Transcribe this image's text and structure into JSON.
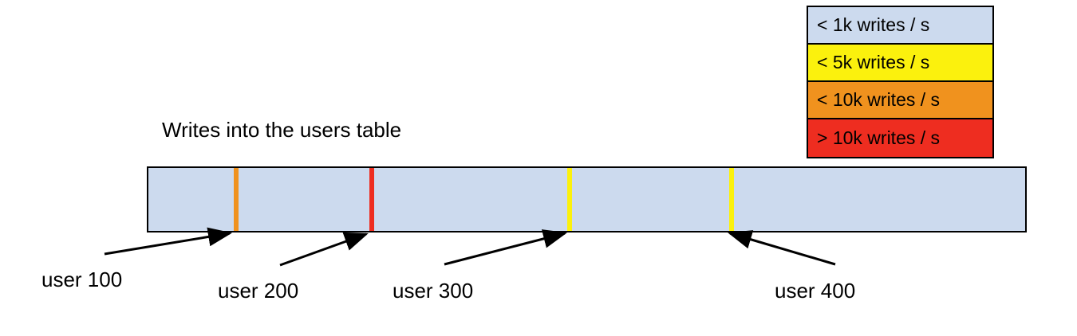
{
  "chart_data": {
    "type": "bar",
    "title": "Writes into the users table",
    "xlabel": "",
    "ylabel": "",
    "description": "A single horizontal range bar representing the users table partitioned by user id, shaded by write throughput band. Colored vertical stripes mark individual hot users.",
    "bar": {
      "base_color": "#ccdaee",
      "base_band": "< 1k writes / s",
      "border_color": "#000000"
    },
    "markers": [
      {
        "label": "user 100",
        "color": "#f0921e",
        "band": "< 10k writes / s",
        "position_pct": 9.7
      },
      {
        "label": "user 200",
        "color": "#ee2d20",
        "band": "> 10k writes / s",
        "position_pct": 25.2
      },
      {
        "label": "user 300",
        "color": "#fbf10d",
        "band": "< 5k writes / s",
        "position_pct": 47.8
      },
      {
        "label": "user 400",
        "color": "#fbf10d",
        "band": "< 5k writes / s",
        "position_pct": 66.2
      }
    ],
    "legend": {
      "position": "top-right",
      "entries": [
        {
          "label": "< 1k writes / s",
          "color": "#ccdaee"
        },
        {
          "label": "< 5k writes / s",
          "color": "#fbf10d"
        },
        {
          "label": "< 10k writes / s",
          "color": "#f0921e"
        },
        {
          "label": "> 10k writes / s",
          "color": "#ee2d20"
        }
      ]
    }
  }
}
